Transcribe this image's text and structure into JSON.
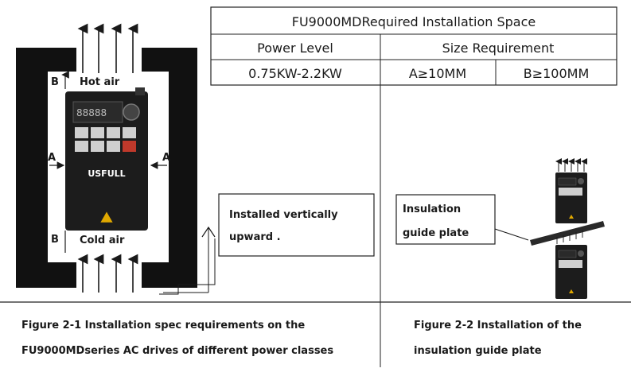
{
  "table": {
    "title": "FU9000MDRequired Installation Space",
    "col_power": "Power Level",
    "col_size": "Size Requirement",
    "power_value": "0.75KW-2.2KW",
    "size_a": "A≥10MM",
    "size_b": "B≥100MM"
  },
  "figure1": {
    "hot_air": "Hot air",
    "cold_air": "Cold air",
    "label_a": "A",
    "label_b": "B",
    "brand": "USFULL",
    "note_line1": "Installed vertically",
    "note_line2": "upward .",
    "caption_line1": "Figure 2-1 Installation spec requirements on the",
    "caption_line2": "FU9000MDseries AC drives of different power classes"
  },
  "figure2": {
    "label_line1": "Insulation",
    "label_line2": "guide plate",
    "caption_line1": "Figure 2-2 Installation of the",
    "caption_line2": "insulation guide plate"
  },
  "colors": {
    "wall": "#111111",
    "drive_body": "#1c1c1c",
    "keypad": "#cfcfcf",
    "display": "#2a2a2a",
    "accent_key": "#c0392b",
    "warning": "#e0a800"
  }
}
